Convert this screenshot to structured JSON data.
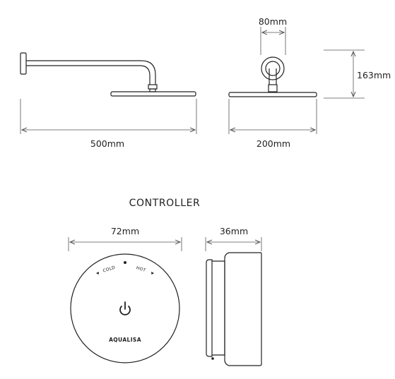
{
  "shower_head": {
    "width_label": "500mm",
    "depth_label": "200mm",
    "height_label": "163mm",
    "arm_label": "80mm"
  },
  "controller": {
    "title": "CONTROLLER",
    "diameter_label": "72mm",
    "depth_label": "36mm",
    "cold_label": "COLD",
    "hot_label": "HOT",
    "brand_label": "AQUALISA",
    "power_icon": "power-icon"
  },
  "colors": {
    "line": "#222222",
    "dimension_line": "#555555"
  }
}
